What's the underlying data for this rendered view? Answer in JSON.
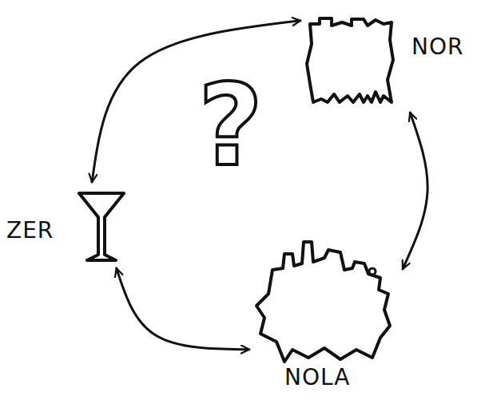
{
  "diagram": {
    "nodes": [
      {
        "text": [
          "NOR"
        ]
      },
      {
        "text": [
          "ZER"
        ]
      },
      {
        "text": [
          "NOLA"
        ]
      }
    ],
    "edges": [
      {
        "from": 0,
        "to": 1,
        "arrow": "both"
      },
      {
        "from": 0,
        "to": 2,
        "arrow": "both"
      },
      {
        "from": 1,
        "to": 2,
        "arrow": "both"
      }
    ],
    "labels": [
      "?"
    ]
  }
}
